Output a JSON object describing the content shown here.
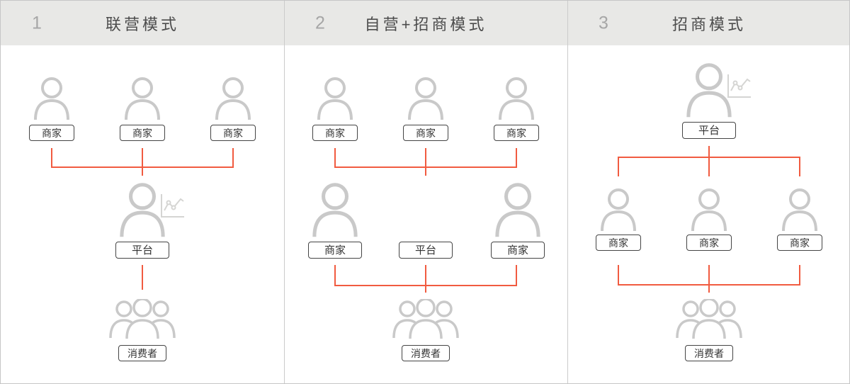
{
  "labels": {
    "merchant": "商家",
    "platform": "平台",
    "consumer": "消费者"
  },
  "panels": [
    {
      "number": "1",
      "title": "联营模式"
    },
    {
      "number": "2",
      "title": "自营+招商模式"
    },
    {
      "number": "3",
      "title": "招商模式"
    }
  ],
  "colors": {
    "connector_red": "#f15b40",
    "person_icon_gray": "#c9c9c9",
    "chart_icon_gray": "#d5d5d3",
    "box_border": "#444444",
    "box_text": "#333333",
    "header_bg": "#e8e8e6",
    "header_number": "#a6a6a6",
    "header_title": "#4c4c4c",
    "divider": "#cbcbcb",
    "canvas_border": "#c6c6c6"
  },
  "icons": {
    "person": "person-icon",
    "consumers": "people-group-icon",
    "chart": "line-chart-icon"
  }
}
